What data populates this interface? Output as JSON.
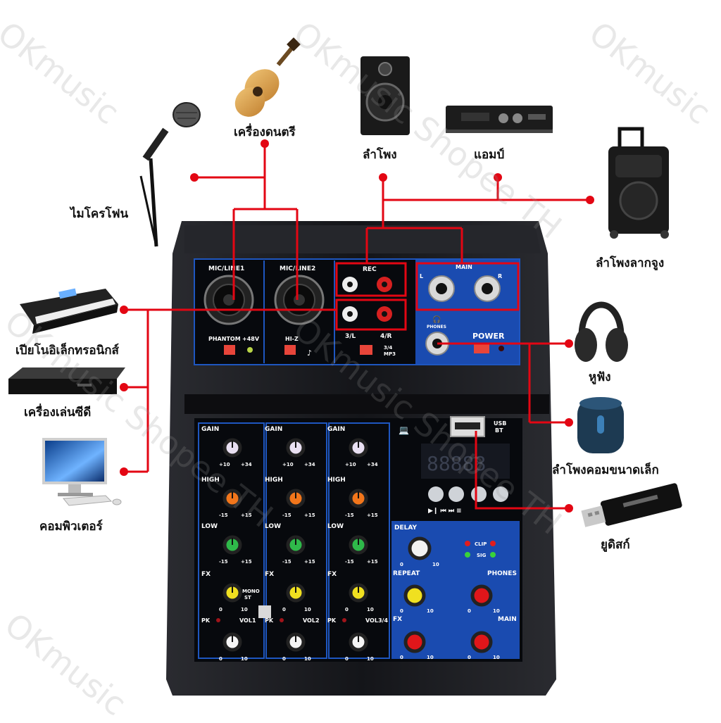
{
  "devices": {
    "instrument": "เครื่องดนตรี",
    "speaker": "ลำโพง",
    "amp": "แอมป์",
    "microphone": "ไมโครโฟน",
    "trolley_speaker": "ลำโพงลากจูง",
    "keyboard": "เปียโนอิเล็กทรอนิกส์",
    "cd_player": "เครื่องเล่นซีดี",
    "computer": "คอมพิวเตอร์",
    "headphones": "หูฟัง",
    "small_speaker": "ลำโพงคอมขนาดเล็ก",
    "usb_drive": "ยูดิสก์"
  },
  "mixer": {
    "top": {
      "mic_line1": "MIC/LINE1",
      "mic_line2": "MIC/LINE2",
      "phantom": "PHANTOM",
      "v48": "+48V",
      "hiz": "HI-Z",
      "rec": "REC",
      "l3": "3/L",
      "r4": "4/R",
      "mp3a": "3/4",
      "mp3b": "MP3",
      "main": "MAIN",
      "l": "L",
      "r": "R",
      "phones": "PHONES",
      "power": "POWER"
    },
    "bottom": {
      "gain": "GAIN",
      "high": "HIGH",
      "low": "LOW",
      "fx": "FX",
      "pk": "PK",
      "vol1": "VOL1",
      "vol2": "VOL2",
      "vol34": "VOL3/4",
      "mono": "MONO",
      "st": "ST",
      "g_min": "+10",
      "g_max": "+34",
      "eq_min": "-15",
      "eq_max": "+15",
      "zero": "0",
      "ten": "10",
      "usb": "USB",
      "bt": "BT",
      "delay": "DELAY",
      "repeat": "REPEAT",
      "clip": "CLIP",
      "sig": "SIG",
      "phones": "PHONES",
      "main": "MAIN",
      "fx2": "FX"
    }
  },
  "watermark": [
    "OKmusic",
    "OKmusic Shopee TH",
    "OKmusic Shopee TH",
    "OKmusic",
    "OKmusic Shopee TH",
    "OKmusic"
  ],
  "colors": {
    "wire": "#e30613",
    "panel_blue": "#1a4bb0",
    "mixer_body": "#1b1c20"
  }
}
